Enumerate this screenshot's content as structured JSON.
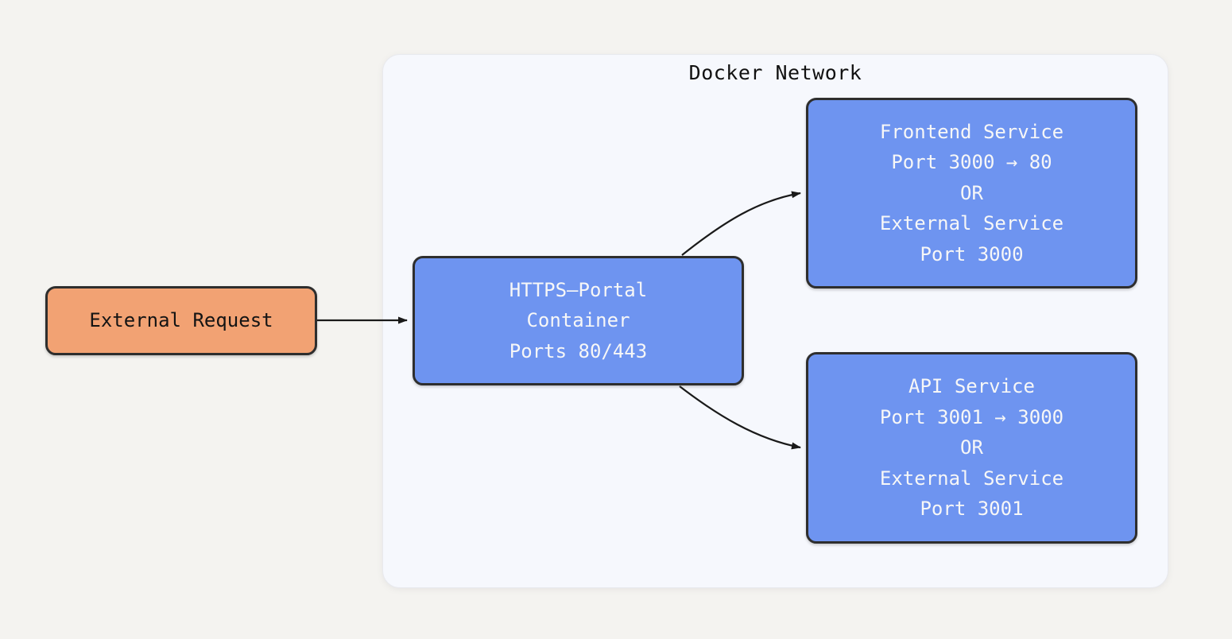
{
  "diagram": {
    "network": {
      "label": "Docker Network"
    },
    "nodes": {
      "external_request": {
        "label": "External Request"
      },
      "https_portal": {
        "lines": [
          "HTTPS—Portal",
          "Container",
          "Ports 80/443"
        ]
      },
      "frontend_service": {
        "lines": [
          "Frontend Service",
          "Port 3000 → 80",
          "OR",
          "External Service",
          "Port 3000"
        ]
      },
      "api_service": {
        "lines": [
          "API Service",
          "Port 3001 → 3000",
          "OR",
          "External Service",
          "Port 3001"
        ]
      }
    },
    "edges": [
      {
        "from": "external_request",
        "to": "https_portal"
      },
      {
        "from": "https_portal",
        "to": "frontend_service"
      },
      {
        "from": "https_portal",
        "to": "api_service"
      }
    ],
    "colors": {
      "page_bg": "#F4F3F0",
      "network_bg": "#F6F8FD",
      "network_border": "#E8E9EE",
      "service_fill": "#6E94F0",
      "external_fill": "#F2A273",
      "node_border": "#2E2E2E",
      "node_text_light": "#F7F7F7",
      "node_text_dark": "#141414",
      "edge_stroke": "#1A1A1A"
    }
  }
}
